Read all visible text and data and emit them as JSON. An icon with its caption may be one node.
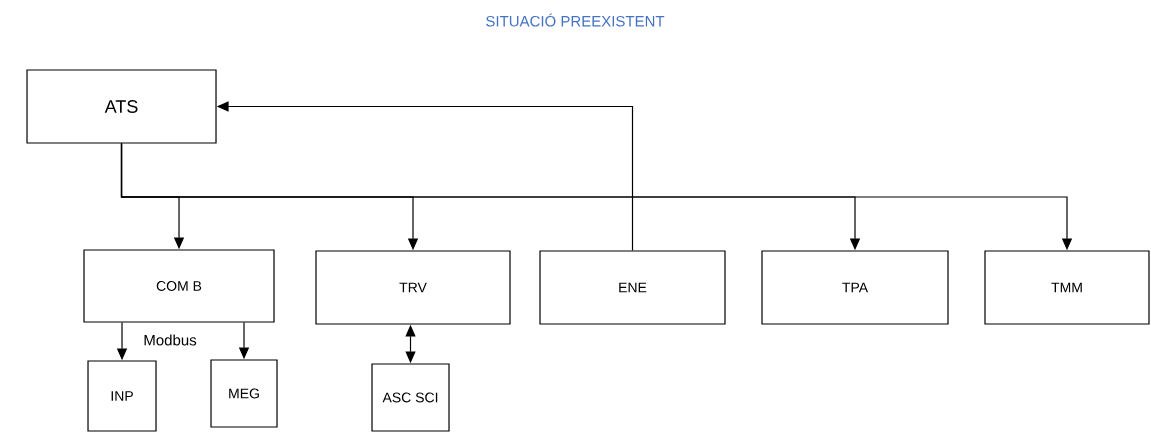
{
  "diagram": {
    "title": "SITUACIÓ PREEXISTENT",
    "nodes": [
      {
        "text": [
          "ATS"
        ]
      },
      {
        "text": [
          "COM B"
        ]
      },
      {
        "text": [
          "TRV"
        ]
      },
      {
        "text": [
          "ENE"
        ]
      },
      {
        "text": [
          "TPA"
        ]
      },
      {
        "text": [
          "TMM"
        ]
      },
      {
        "text": [
          "INP"
        ]
      },
      {
        "text": [
          "MEG"
        ]
      },
      {
        "text": [
          "ASC SCI"
        ]
      }
    ],
    "edges": [
      {
        "from": 0,
        "to": 1,
        "arrow": "to"
      },
      {
        "from": 0,
        "to": 2,
        "arrow": "to"
      },
      {
        "from": 0,
        "to": 4,
        "arrow": "to"
      },
      {
        "from": 0,
        "to": 5,
        "arrow": "to"
      },
      {
        "from": 3,
        "to": 0,
        "arrow": "to"
      },
      {
        "from": 1,
        "to": 6,
        "arrow": "to"
      },
      {
        "from": 1,
        "to": 7,
        "arrow": "to"
      },
      {
        "from": 2,
        "to": 8,
        "arrow": "both"
      }
    ],
    "labels": [
      "Modbus"
    ]
  }
}
